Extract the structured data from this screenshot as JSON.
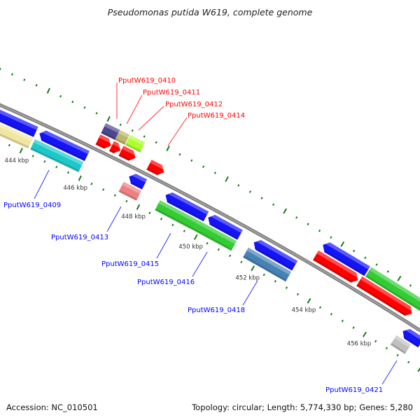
{
  "title": "Pseudomonas putida W619, complete genome",
  "footer": {
    "accession": "Accession: NC_010501",
    "summary": "Topology: circular; Length: 5,774,330 bp; Genes: 5,280"
  },
  "colors": {
    "backbone": "#808080",
    "ticks": "#1a7a1a",
    "forward_label": "#ff0000",
    "reverse_label": "#0000ff"
  },
  "ticks": {
    "minor_interval_kbp": 0.4,
    "major_interval_kbp": 2,
    "labels": [
      "444 kbp",
      "446 kbp",
      "448 kbp",
      "450 kbp",
      "452 kbp",
      "454 kbp",
      "456 kbp"
    ],
    "label_values_kbp": [
      444,
      446,
      448,
      450,
      452,
      454,
      456
    ]
  },
  "features": [
    {
      "track": "inner1",
      "start_kbp": 442.5,
      "end_kbp": 444.17,
      "strand": "reverse",
      "color": "#1414f5"
    },
    {
      "track": "inner1",
      "start_kbp": 444.29,
      "end_kbp": 445.9,
      "strand": "reverse",
      "color": "#1414f5"
    },
    {
      "track": "inner1",
      "start_kbp": 447.33,
      "end_kbp": 447.86,
      "strand": "reverse",
      "color": "#1414f5"
    },
    {
      "track": "inner1",
      "start_kbp": 448.58,
      "end_kbp": 449.98,
      "strand": "reverse",
      "color": "#1414f5"
    },
    {
      "track": "inner1",
      "start_kbp": 450.05,
      "end_kbp": 451.16,
      "strand": "reverse",
      "color": "#1414f5"
    },
    {
      "track": "inner1",
      "start_kbp": 451.64,
      "end_kbp": 453.08,
      "strand": "reverse",
      "color": "#1414f5"
    },
    {
      "track": "inner1",
      "start_kbp": 456.94,
      "end_kbp": 457.6,
      "strand": "reverse",
      "color": "#1414f5"
    },
    {
      "track": "inner2",
      "start_kbp": 442.5,
      "end_kbp": 444.17,
      "strand": "none",
      "color": "#f0e6a0"
    },
    {
      "track": "inner2",
      "start_kbp": 444.24,
      "end_kbp": 445.88,
      "strand": "none",
      "color": "#1ec8c8"
    },
    {
      "track": "inner2",
      "start_kbp": 447.25,
      "end_kbp": 447.86,
      "strand": "none",
      "color": "#ee8080"
    },
    {
      "track": "inner2",
      "start_kbp": 448.5,
      "end_kbp": 449.85,
      "strand": "none",
      "color": "#33cc33"
    },
    {
      "track": "inner2",
      "start_kbp": 449.85,
      "end_kbp": 451.16,
      "strand": "none",
      "color": "#33cc33"
    },
    {
      "track": "inner2",
      "start_kbp": 451.57,
      "end_kbp": 453.08,
      "strand": "none",
      "color": "#4682b4"
    },
    {
      "track": "inner2",
      "start_kbp": 456.84,
      "end_kbp": 457.37,
      "strand": "none",
      "color": "#c0c0c0"
    },
    {
      "track": "outer1",
      "start_kbp": 445.98,
      "end_kbp": 446.42,
      "strand": "forward",
      "color": "#ff0000"
    },
    {
      "track": "outer1",
      "start_kbp": 446.44,
      "end_kbp": 446.74,
      "strand": "forward",
      "color": "#ff0000"
    },
    {
      "track": "outer1",
      "start_kbp": 446.76,
      "end_kbp": 447.25,
      "strand": "forward",
      "color": "#ff0000"
    },
    {
      "track": "outer1",
      "start_kbp": 447.71,
      "end_kbp": 448.22,
      "strand": "forward",
      "color": "#ff0000"
    },
    {
      "track": "outer1",
      "start_kbp": 453.47,
      "end_kbp": 454.96,
      "strand": "forward",
      "color": "#ff0000"
    },
    {
      "track": "outer1",
      "start_kbp": 455.01,
      "end_kbp": 456.89,
      "strand": "forward",
      "color": "#ff0000"
    },
    {
      "track": "outer2",
      "start_kbp": 445.98,
      "end_kbp": 446.45,
      "strand": "none",
      "color": "#4b4690"
    },
    {
      "track": "outer2",
      "start_kbp": 446.45,
      "end_kbp": 446.78,
      "strand": "none",
      "color": "#bdb76b"
    },
    {
      "track": "outer2",
      "start_kbp": 446.8,
      "end_kbp": 447.3,
      "strand": "none",
      "color": "#adff2f"
    },
    {
      "track": "outer2",
      "start_kbp": 453.5,
      "end_kbp": 455.06,
      "strand": "reverse",
      "color": "#1414f5"
    },
    {
      "track": "outer2",
      "start_kbp": 455.1,
      "end_kbp": 458.0,
      "strand": "none",
      "color": "#33cc33"
    }
  ],
  "labels": [
    {
      "text": "PputW619_0410",
      "strand": "forward"
    },
    {
      "text": "PputW619_0411",
      "strand": "forward"
    },
    {
      "text": "PputW619_0412",
      "strand": "forward"
    },
    {
      "text": "PputW619_0414",
      "strand": "forward"
    },
    {
      "text": "PputW619_0409",
      "strand": "reverse"
    },
    {
      "text": "PputW619_0413",
      "strand": "reverse"
    },
    {
      "text": "PputW619_0415",
      "strand": "reverse"
    },
    {
      "text": "PputW619_0416",
      "strand": "reverse"
    },
    {
      "text": "PputW619_0418",
      "strand": "reverse"
    },
    {
      "text": "PputW619_0421",
      "strand": "reverse"
    }
  ]
}
